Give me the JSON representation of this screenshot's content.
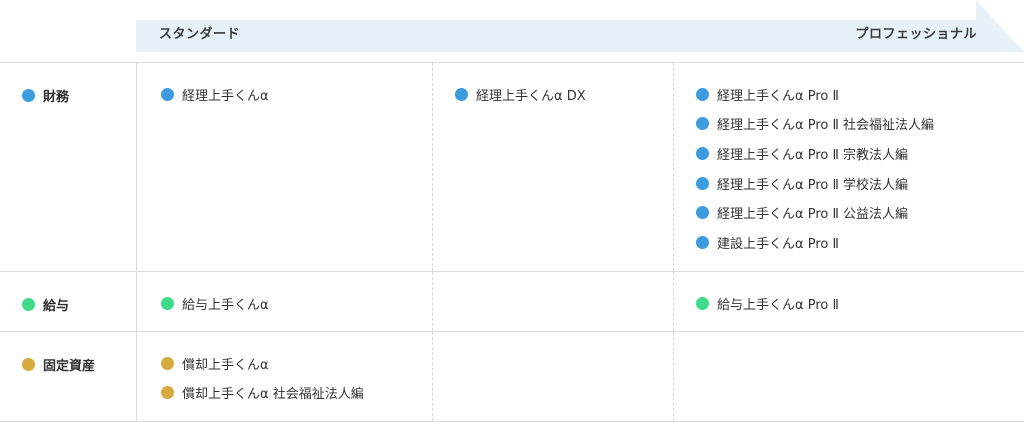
{
  "header": {
    "left_label": "スタンダード",
    "right_label": "プロフェッショナル"
  },
  "colors": {
    "arrow_fill": "#e7f1f8",
    "zaimu": "#3d9be0",
    "kyuyo": "#3fdb8a",
    "kotei": "#d6aa3c",
    "grid_line": "#dcdcdc"
  },
  "rows": {
    "zaimu": {
      "category": "財務",
      "standard": [
        "経理上手くんα"
      ],
      "middle": [
        "経理上手くんα DX"
      ],
      "professional": [
        "経理上手くんα Pro Ⅱ",
        "経理上手くんα Pro Ⅱ 社会福祉法人編",
        "経理上手くんα Pro Ⅱ 宗教法人編",
        "経理上手くんα Pro Ⅱ 学校法人編",
        "経理上手くんα Pro Ⅱ 公益法人編",
        "建設上手くんα Pro Ⅱ"
      ]
    },
    "kyuyo": {
      "category": "給与",
      "standard": [
        "給与上手くんα"
      ],
      "middle": [],
      "professional": [
        "給与上手くんα Pro Ⅱ"
      ]
    },
    "kotei": {
      "category": "固定資産",
      "standard": [
        "償却上手くんα",
        "償却上手くんα 社会福祉法人編"
      ],
      "middle": [],
      "professional": []
    }
  }
}
